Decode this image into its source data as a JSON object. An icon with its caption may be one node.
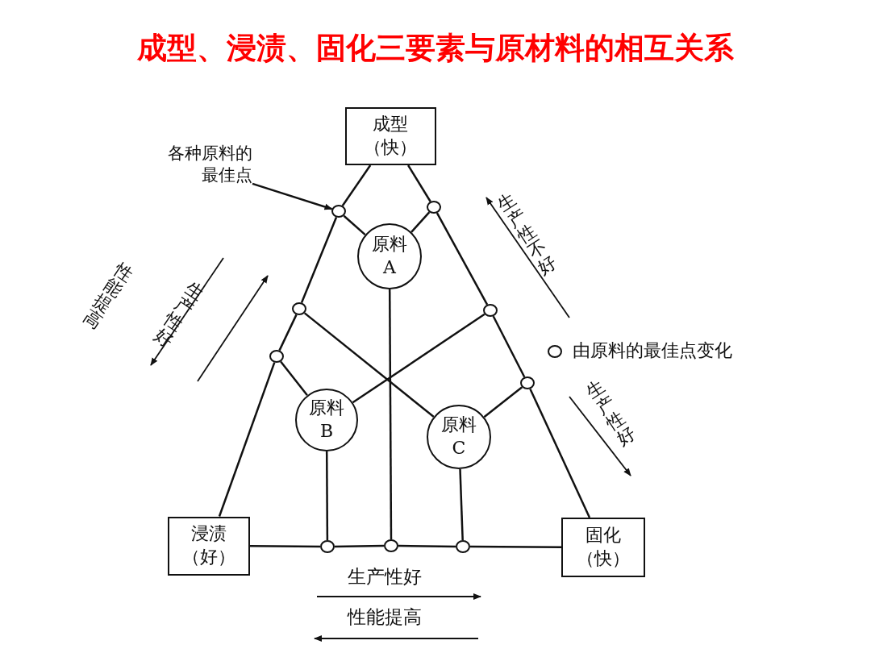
{
  "diagram": {
    "title": "成型、浸渍、固化三要素与原材料的相互关系",
    "nodes": [
      {
        "text": [
          "成型（快）"
        ]
      },
      {
        "text": [
          "浸渍（好）"
        ]
      },
      {
        "text": [
          "固化（快）"
        ]
      },
      {
        "text": [
          "原料A"
        ]
      },
      {
        "text": [
          "原料B"
        ]
      },
      {
        "text": [
          "原料C"
        ]
      },
      {
        "text": [],
        "shape": "circle"
      },
      {
        "text": [],
        "shape": "circle"
      },
      {
        "text": [],
        "shape": "circle"
      },
      {
        "text": [],
        "shape": "circle"
      },
      {
        "text": [],
        "shape": "circle"
      },
      {
        "text": [],
        "shape": "circle"
      },
      {
        "text": [],
        "shape": "circle"
      },
      {
        "text": [],
        "shape": "circle"
      },
      {
        "text": [],
        "shape": "circle"
      },
      {
        "text": [
          "各种原料的最佳点"
        ]
      }
    ],
    "edges": [
      {
        "from": 0,
        "to": 6,
        "arrow": "none"
      },
      {
        "from": 6,
        "to": 8,
        "arrow": "none"
      },
      {
        "from": 8,
        "to": 9,
        "arrow": "none"
      },
      {
        "from": 9,
        "to": 1,
        "arrow": "none"
      },
      {
        "from": 0,
        "to": 7,
        "arrow": "none"
      },
      {
        "from": 7,
        "to": 10,
        "arrow": "none"
      },
      {
        "from": 10,
        "to": 11,
        "arrow": "none"
      },
      {
        "from": 11,
        "to": 2,
        "arrow": "none"
      },
      {
        "from": 1,
        "to": 12,
        "arrow": "none"
      },
      {
        "from": 12,
        "to": 13,
        "arrow": "none"
      },
      {
        "from": 13,
        "to": 14,
        "arrow": "none"
      },
      {
        "from": 14,
        "to": 2,
        "arrow": "none"
      },
      {
        "from": 6,
        "to": 3,
        "arrow": "none"
      },
      {
        "from": 7,
        "to": 3,
        "arrow": "none"
      },
      {
        "from": 3,
        "to": 13,
        "arrow": "none"
      },
      {
        "from": 9,
        "to": 4,
        "arrow": "none"
      },
      {
        "from": 4,
        "to": 12,
        "arrow": "none"
      },
      {
        "from": 4,
        "to": 10,
        "arrow": "none"
      },
      {
        "from": 11,
        "to": 5,
        "arrow": "none"
      },
      {
        "from": 5,
        "to": 14,
        "arrow": "none"
      },
      {
        "from": 5,
        "to": 8,
        "arrow": "none"
      },
      {
        "from": 15,
        "to": 6,
        "arrow": "to"
      }
    ],
    "labels": [
      "性能提高",
      "生产性好",
      "生产性不好",
      "生产性好",
      "生产性好",
      "性能提高"
    ],
    "legend": [
      {
        "text": "由原料的最佳点变化"
      }
    ]
  }
}
